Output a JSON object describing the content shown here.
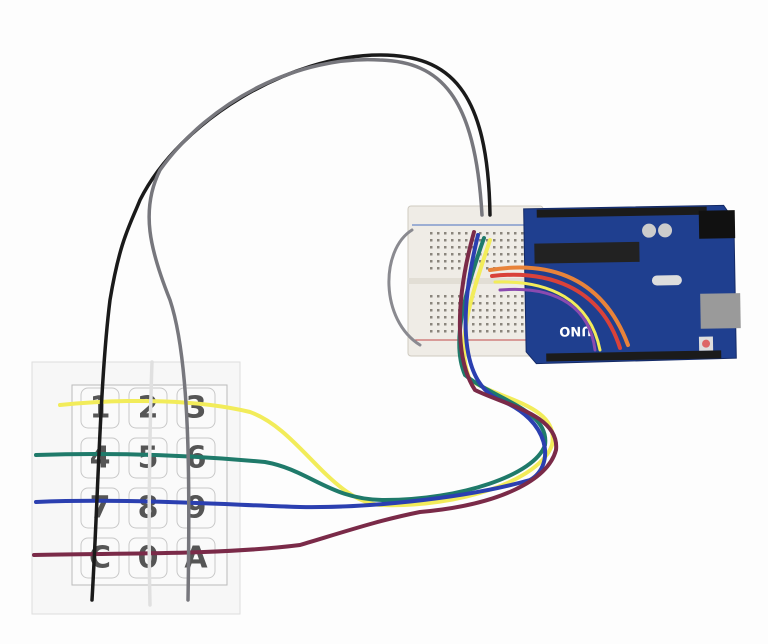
{
  "scene": {
    "keypad": {
      "keys": [
        [
          "1",
          "2",
          "3"
        ],
        [
          "4",
          "5",
          "6"
        ],
        [
          "7",
          "8",
          "9"
        ],
        [
          "C",
          "0",
          "A"
        ]
      ]
    },
    "board": {
      "logo_text": "UNO"
    },
    "colors": {
      "board": "#1f3f8f",
      "breadboard": "#efece6",
      "wire_black": "#1a1a1a",
      "wire_gray": "#77777d",
      "wire_white": "#e6e6e6",
      "wire_yellow": "#f2ec5a",
      "wire_green": "#1f7a6a",
      "wire_blue": "#2b3fb0",
      "wire_maroon": "#7a2a48"
    }
  }
}
